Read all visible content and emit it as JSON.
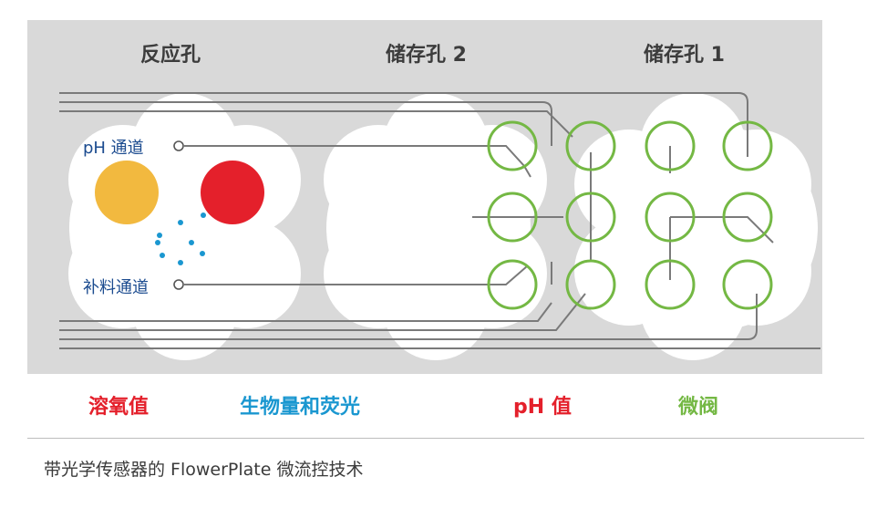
{
  "regions": {
    "reaction": "反应孔",
    "reservoir2": "储存孔 2",
    "reservoir1": "储存孔 1"
  },
  "channels": {
    "ph": "pH 通道",
    "feed": "补料通道"
  },
  "legend": {
    "oxygen": {
      "label": "溶氧值",
      "color": "#e4202b"
    },
    "biomass": {
      "label": "生物量和荧光",
      "color": "#1a97d0"
    },
    "ph": {
      "label": "pH 值",
      "color": "#e4202b"
    },
    "valve": {
      "label": "微阀",
      "color": "#74b844"
    }
  },
  "colors": {
    "panel": "#d9d9d9",
    "line": "#7a7a7a",
    "valve": "#74b844",
    "oxygen_sensor": "#f2b93f",
    "ph_sensor": "#e4202b",
    "biomass_sensor": "#1a97d0"
  },
  "caption": "带光学传感器的 FlowerPlate 微流控技术"
}
